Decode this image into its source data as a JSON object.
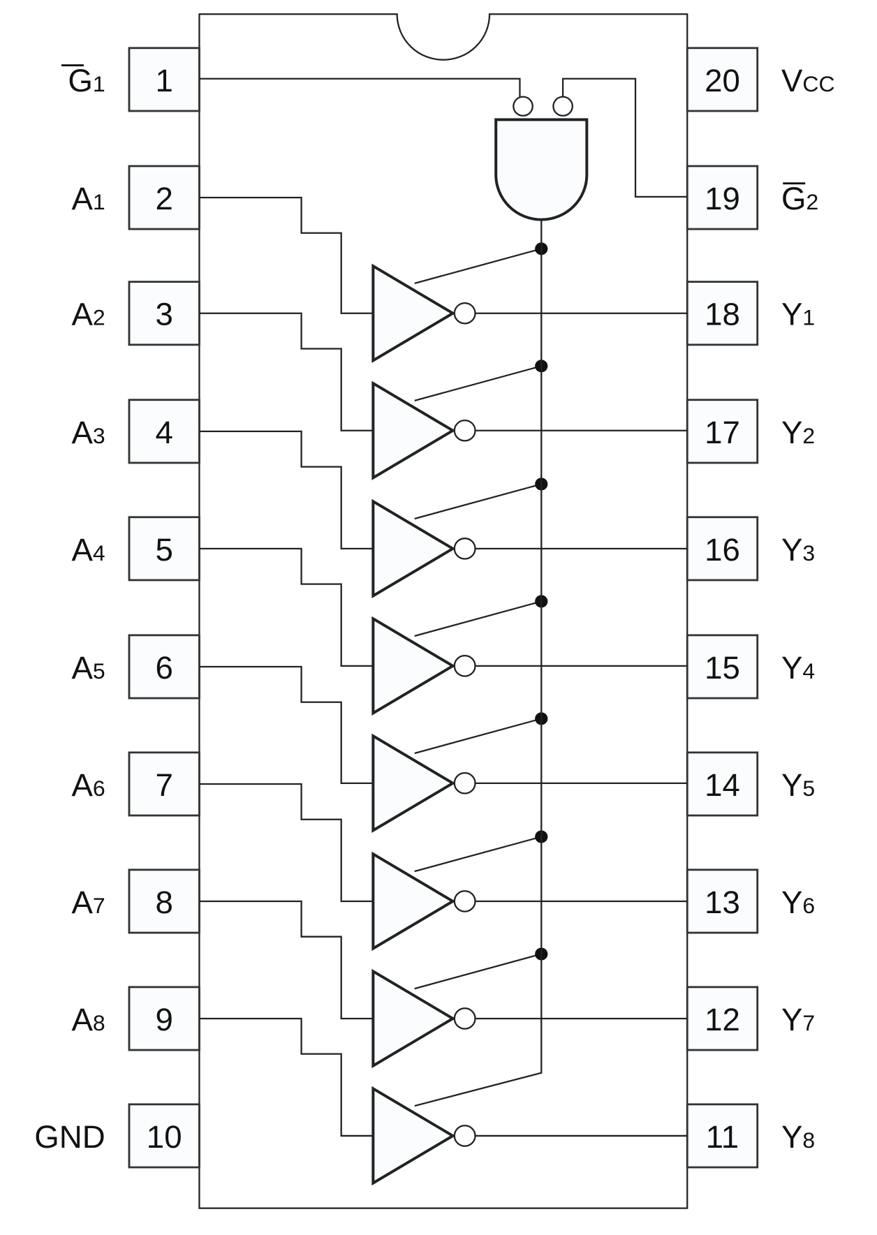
{
  "left_pins": [
    {
      "number": "1",
      "label": "G",
      "sub": "1",
      "overbar": true
    },
    {
      "number": "2",
      "label": "A",
      "sub": "1",
      "overbar": false
    },
    {
      "number": "3",
      "label": "A",
      "sub": "2",
      "overbar": false
    },
    {
      "number": "4",
      "label": "A",
      "sub": "3",
      "overbar": false
    },
    {
      "number": "5",
      "label": "A",
      "sub": "4",
      "overbar": false
    },
    {
      "number": "6",
      "label": "A",
      "sub": "5",
      "overbar": false
    },
    {
      "number": "7",
      "label": "A",
      "sub": "6",
      "overbar": false
    },
    {
      "number": "8",
      "label": "A",
      "sub": "7",
      "overbar": false
    },
    {
      "number": "9",
      "label": "A",
      "sub": "8",
      "overbar": false
    },
    {
      "number": "10",
      "label": "GND",
      "sub": "",
      "overbar": false
    }
  ],
  "right_pins": [
    {
      "number": "20",
      "label": "V",
      "sub": "CC",
      "overbar": false
    },
    {
      "number": "19",
      "label": "G",
      "sub": "2",
      "overbar": true
    },
    {
      "number": "18",
      "label": "Y",
      "sub": "1",
      "overbar": false
    },
    {
      "number": "17",
      "label": "Y",
      "sub": "2",
      "overbar": false
    },
    {
      "number": "16",
      "label": "Y",
      "sub": "3",
      "overbar": false
    },
    {
      "number": "15",
      "label": "Y",
      "sub": "4",
      "overbar": false
    },
    {
      "number": "14",
      "label": "Y",
      "sub": "5",
      "overbar": false
    },
    {
      "number": "13",
      "label": "Y",
      "sub": "6",
      "overbar": false
    },
    {
      "number": "12",
      "label": "Y",
      "sub": "7",
      "overbar": false
    },
    {
      "number": "11",
      "label": "Y",
      "sub": "8",
      "overbar": false
    }
  ],
  "gate": {
    "type": "nand-with-inverted-inputs",
    "buffer_type": "inverting-tristate",
    "buffer_count": 8
  }
}
